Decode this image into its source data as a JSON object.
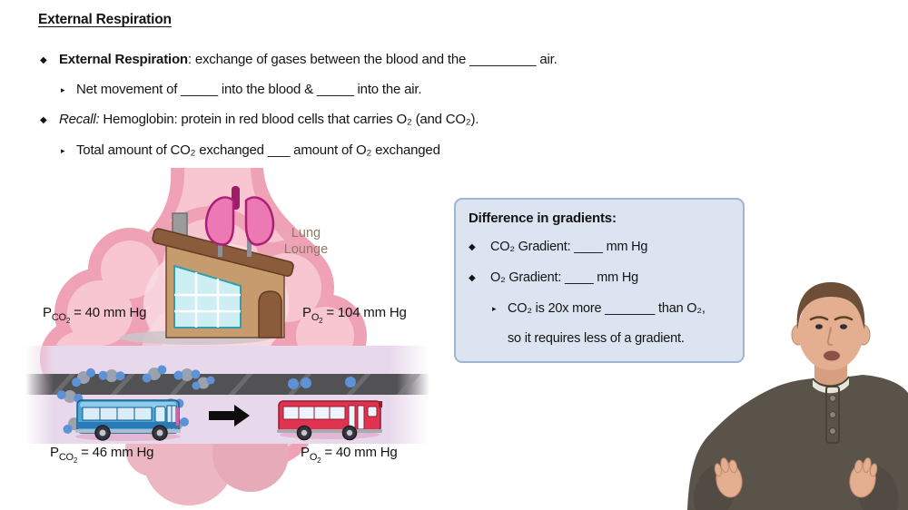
{
  "slide": {
    "title": "External Respiration",
    "bullet1": {
      "glyph": "◆",
      "bold": "External Respiration",
      "rest": ": exchange of gases between the blood and the _________ air."
    },
    "sub1": {
      "glyph": "▸",
      "text": "Net movement of _____ into the blood & _____ into the air."
    },
    "bullet2": {
      "glyph": "◆",
      "italic": "Recall:",
      "rest": " Hemoglobin: protein in red blood cells that carries O₂ (and CO₂)."
    },
    "sub2": {
      "glyph": "▸",
      "text": "Total amount of CO₂ exchanged ___ amount of O₂ exchanged"
    }
  },
  "gradient_box": {
    "title": "Difference in gradients:",
    "item1": {
      "glyph": "◆",
      "text": "CO₂ Gradient: ____ mm Hg"
    },
    "item2": {
      "glyph": "◆",
      "text": "O₂ Gradient: ____ mm Hg"
    },
    "sub": {
      "glyph": "▸",
      "line1": "CO₂ is 20x more _______ than O₂,",
      "line2": "so it requires less of a gradient."
    }
  },
  "illustration": {
    "sign": {
      "line1": "Lung",
      "line2": "Lounge"
    },
    "pressure_labels": {
      "alveolar_co2": {
        "p": "P",
        "gas": "CO",
        "num": "2",
        "value": " = 40 mm Hg"
      },
      "alveolar_o2": {
        "p": "P",
        "gas": "O",
        "num": "2",
        "value": " = 104 mm Hg"
      },
      "blood_co2": {
        "p": "P",
        "gas": "CO",
        "num": "2",
        "value": " = 46 mm Hg"
      },
      "blood_o2": {
        "p": "P",
        "gas": "O",
        "num": "2",
        "value": " = 40 mm Hg"
      }
    }
  },
  "colors": {
    "alveolus_pink": "#efa2b5",
    "alveolus_inner": "#f7c6d0",
    "capillary_band": "#e8d8ec",
    "road_gray": "#525254",
    "co2_bus_blue": "#4aa6d8",
    "o2_bus_red": "#e03350",
    "lung_pink": "#ec79b4",
    "building_tan": "#c69c6e",
    "roof_brown": "#8a5c3c",
    "window_cyan": "#cdeef3",
    "box_bg": "#dbe4f0",
    "box_border": "#9fb5d3",
    "sign_text": "#8d7a67"
  }
}
